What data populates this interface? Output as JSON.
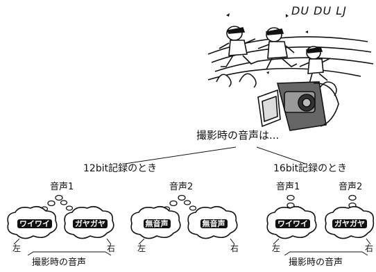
{
  "scene": {
    "banner_text": "DU DU LJ",
    "caption": "撮影時の音声は..."
  },
  "left_case": {
    "heading": "12bit記録のとき",
    "channel_1": "音声1",
    "channel_2": "音声2",
    "bubbles": [
      "ワイワイ",
      "ガヤガヤ",
      "無音声",
      "無音声"
    ],
    "left_label": "左",
    "right_label_1": "右",
    "left_label_2": "左",
    "right_label_2": "右",
    "footer": "撮影時の音声"
  },
  "right_case": {
    "heading": "16bit記録のとき",
    "channel_1": "音声1",
    "channel_2": "音声2",
    "bubbles": [
      "ワイワイ",
      "ガヤガヤ"
    ],
    "left_label": "左",
    "right_label": "右",
    "footer": "撮影時の音声"
  },
  "colors": {
    "ink": "#111111",
    "bubble_fill": "#ffffff",
    "shadow": "#222222"
  }
}
